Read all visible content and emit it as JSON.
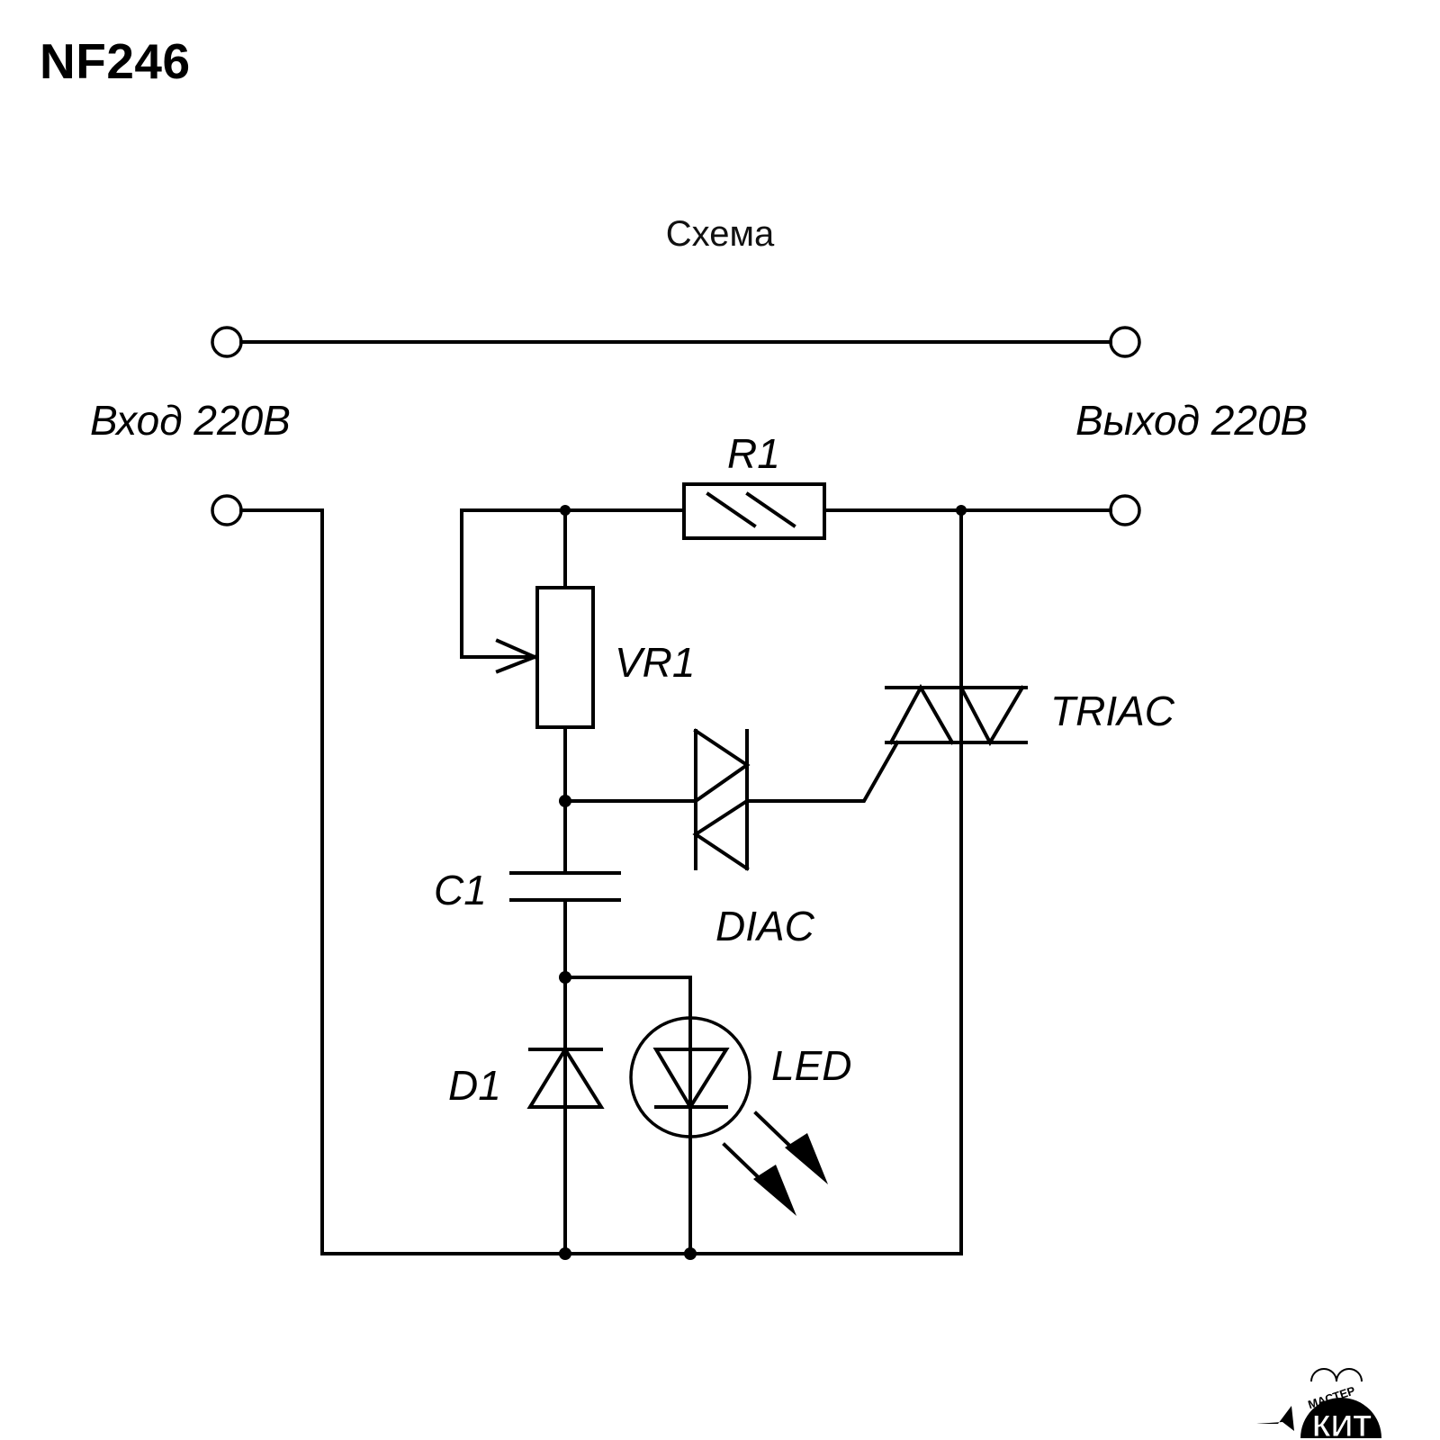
{
  "document": {
    "code": "NF246",
    "title": "Схема"
  },
  "schematic": {
    "terminals": {
      "input_label": "Вход 220В",
      "output_label": "Выход 220В"
    },
    "components": [
      {
        "ref": "R1",
        "type": "resistor"
      },
      {
        "ref": "VR1",
        "type": "potentiometer"
      },
      {
        "ref": "TRIAC",
        "type": "triac"
      },
      {
        "ref": "DIAC",
        "type": "diac"
      },
      {
        "ref": "C1",
        "type": "capacitor"
      },
      {
        "ref": "D1",
        "type": "diode"
      },
      {
        "ref": "LED",
        "type": "led"
      }
    ]
  },
  "logo": {
    "top_text": "МАСТЕР",
    "main_text": "КИТ"
  },
  "colors": {
    "ink": "#000000",
    "background": "#ffffff"
  }
}
